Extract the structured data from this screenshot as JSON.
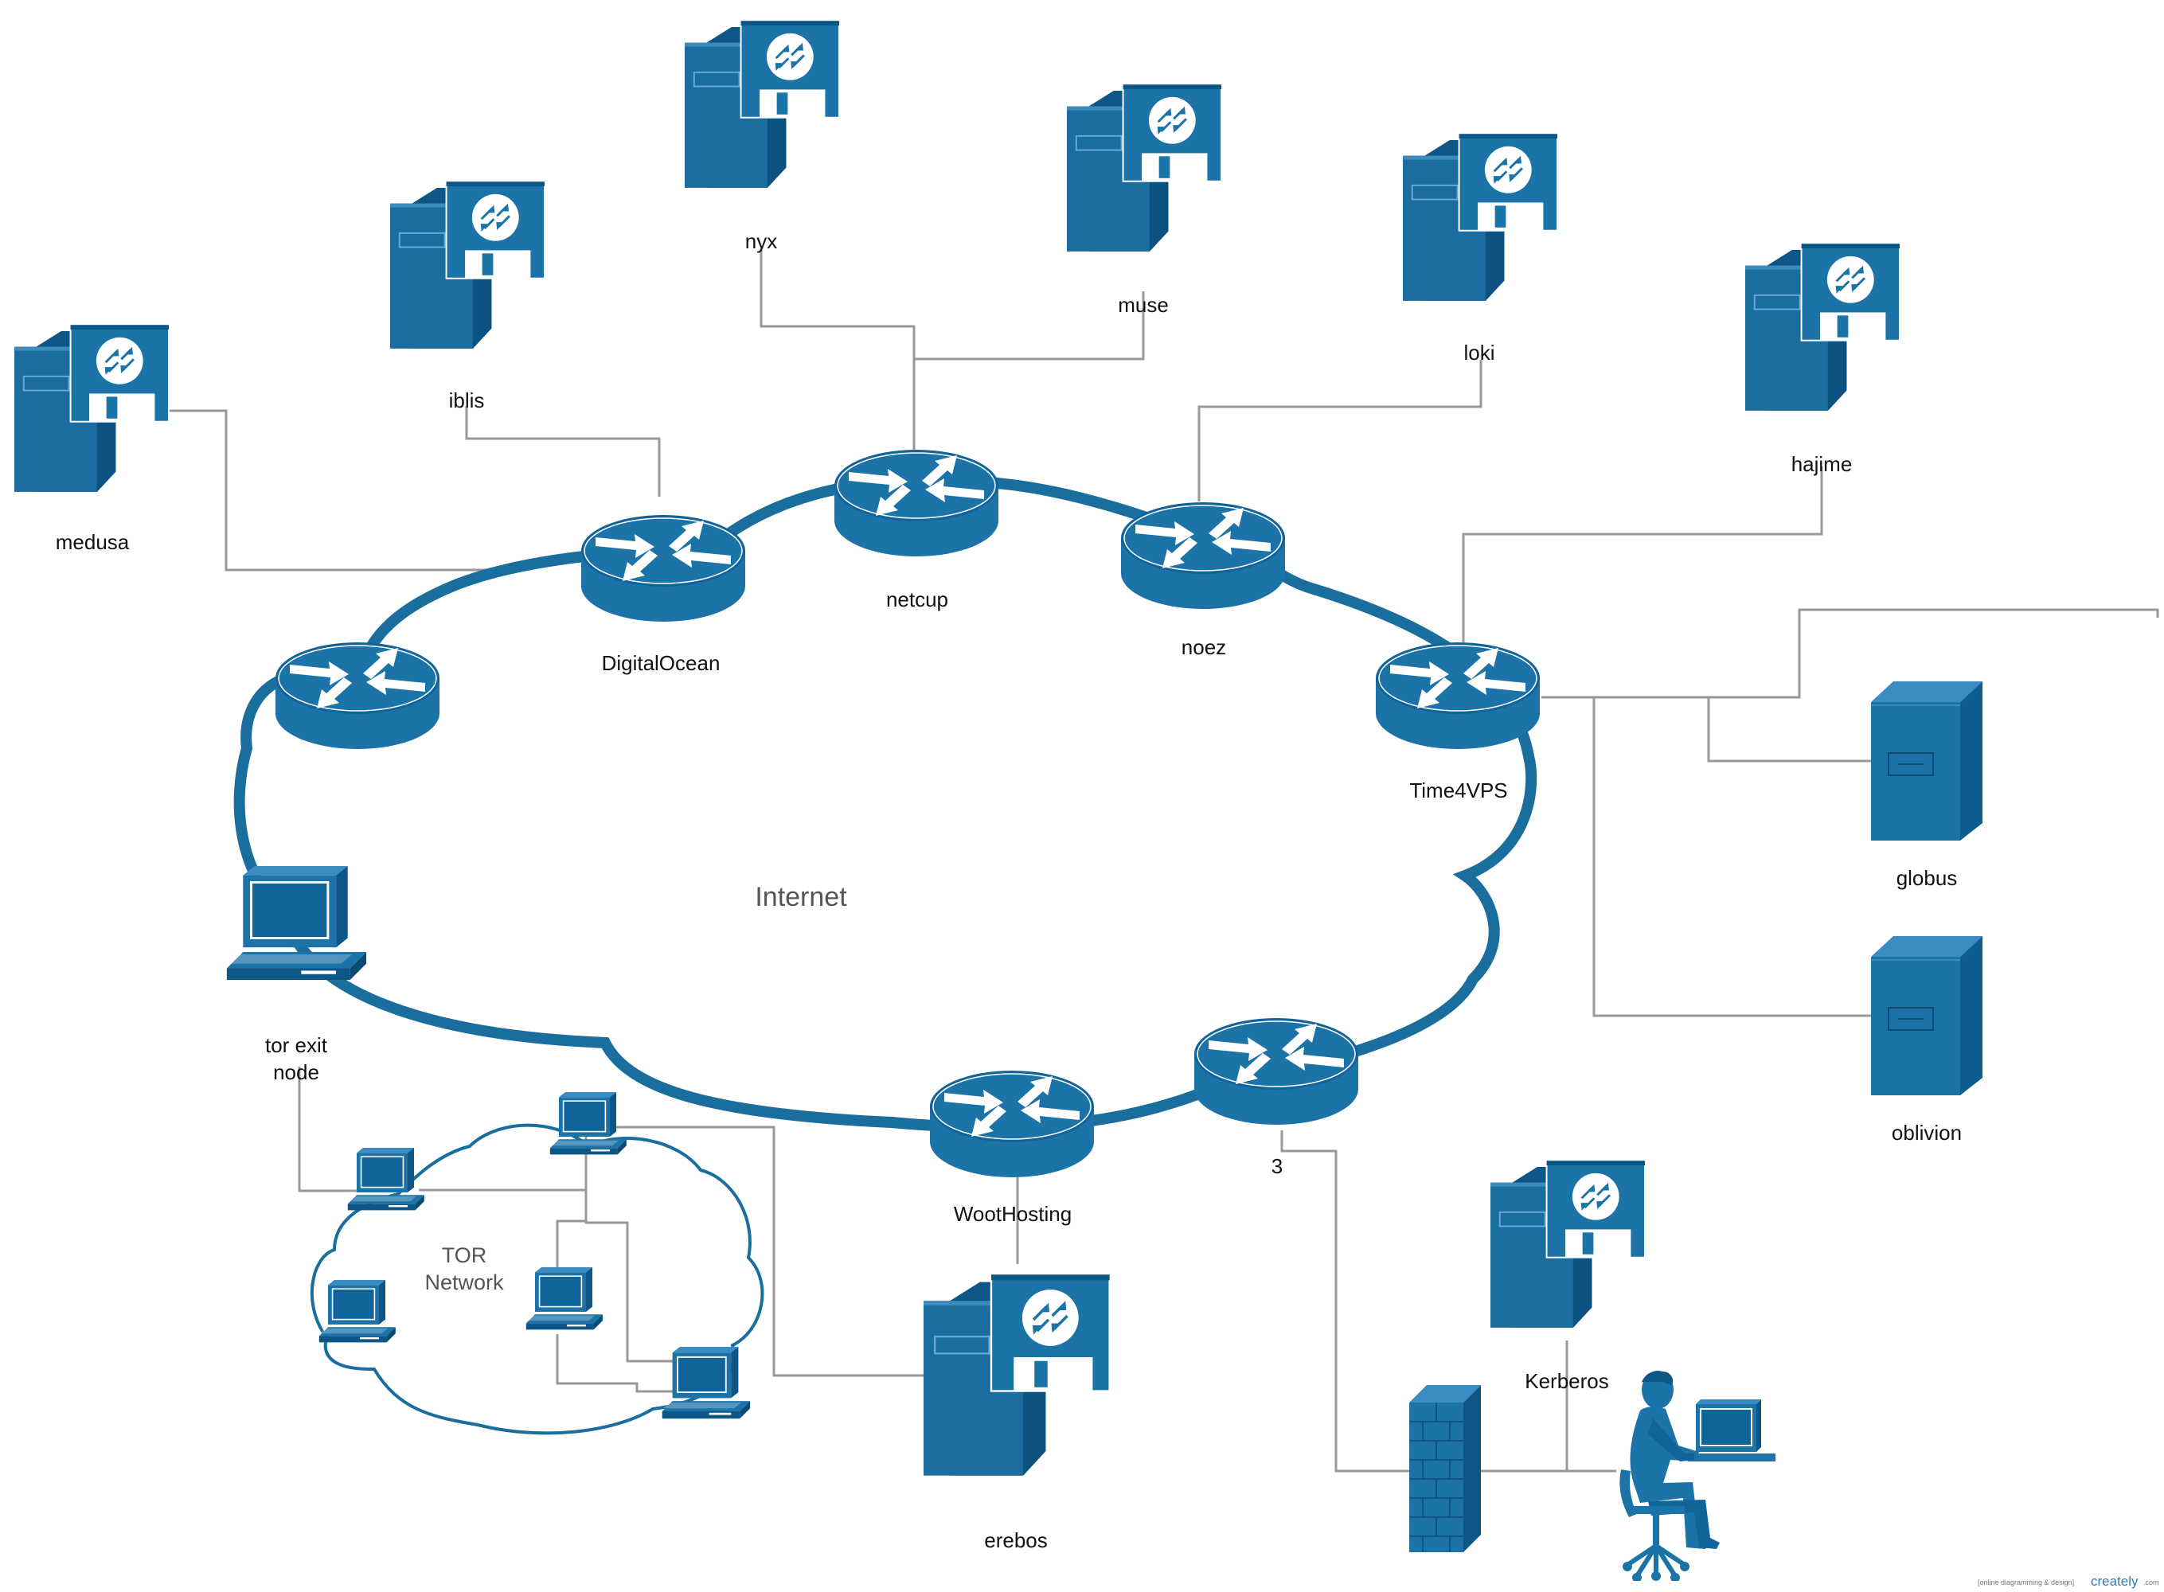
{
  "colors": {
    "primary": "#1b73a8",
    "dark": "#11649a",
    "darker": "#0d5685",
    "line": "#999999",
    "background": "#ffffff"
  },
  "clouds": {
    "internet": "Internet",
    "tor_line1": "TOR",
    "tor_line2": "Network"
  },
  "routers": {
    "digitalocean": "DigitalOcean",
    "netcup": "netcup",
    "noez": "noez",
    "time4vps": "Time4VPS",
    "woothosting": "WootHosting",
    "r3": "3"
  },
  "servers": {
    "medusa": "medusa",
    "iblis": "iblis",
    "nyx": "nyx",
    "muse": "muse",
    "loki": "loki",
    "hajime": "hajime",
    "erebos": "erebos",
    "kerberos": "Kerberos"
  },
  "towers": {
    "globus": "globus",
    "oblivion": "oblivion"
  },
  "workstations": {
    "tor_exit_line1": "tor exit",
    "tor_exit_line2": "node"
  },
  "icons": {
    "router": "router-icon",
    "server": "server-icon",
    "tower": "tower-server-icon",
    "computer": "computer-icon",
    "firewall": "firewall-icon",
    "user": "user-at-workstation-icon"
  },
  "watermark": {
    "prefix": "[online diagramming & design]",
    "brand": "creately",
    "suffix": ".com"
  }
}
